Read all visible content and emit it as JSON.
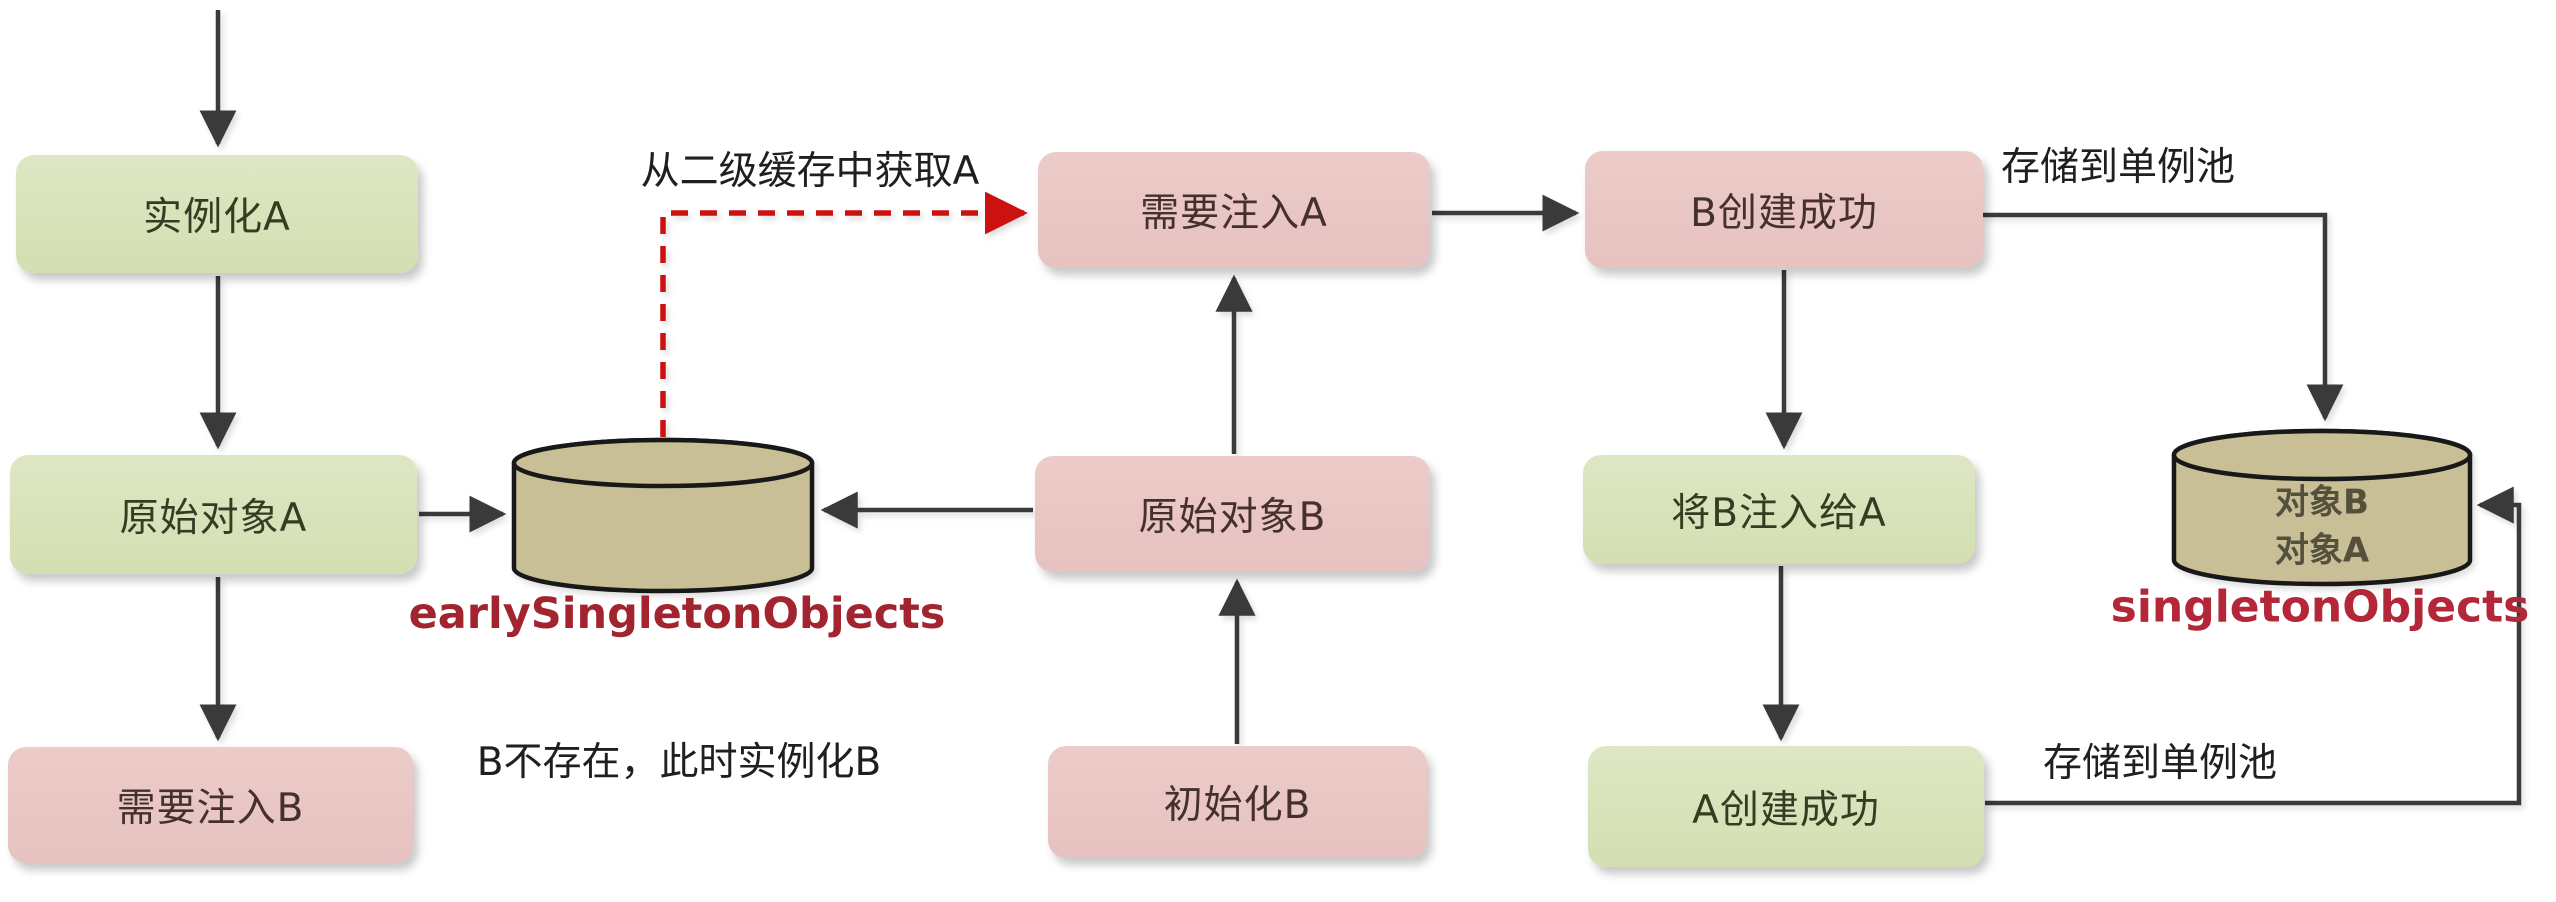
{
  "diagram": {
    "nodes": {
      "instantiate_a": {
        "label": "实例化A"
      },
      "raw_object_a": {
        "label": "原始对象A"
      },
      "need_inject_b": {
        "label": "需要注入B"
      },
      "need_inject_a": {
        "label": "需要注入A"
      },
      "raw_object_b": {
        "label": "原始对象B"
      },
      "init_b": {
        "label": "初始化B"
      },
      "b_created": {
        "label": "B创建成功"
      },
      "inject_b_to_a": {
        "label": "将B注入给A"
      },
      "a_created": {
        "label": "A创建成功"
      }
    },
    "caches": {
      "early": {
        "name": "earlySingletonObjects",
        "items": []
      },
      "singleton": {
        "name": "singletonObjects",
        "items": [
          "对象B",
          "对象A"
        ]
      }
    },
    "edge_labels": {
      "get_a_from_l2": "从二级缓存中获取A",
      "b_not_exist": "B不存在，此时实例化B",
      "store_to_pool_top": "存储到单例池",
      "store_to_pool_bottom": "存储到单例池"
    },
    "colors": {
      "green_fill": "#d6e1b7",
      "pink_fill": "#e9c7c5",
      "cylinder_fill": "#c9bf97",
      "arrow": "#3a3a3a",
      "dashed_red": "#cc1111",
      "cache_label_red": "#ad2433"
    }
  }
}
